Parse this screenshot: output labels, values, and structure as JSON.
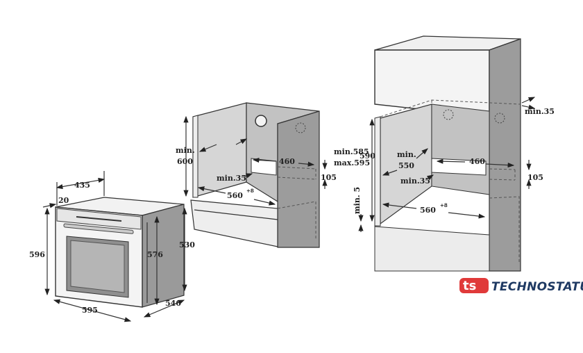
{
  "oven": {
    "depth_top": "435",
    "panel": "20",
    "height": "596",
    "inner_height": "576",
    "width": "595",
    "depth": "546",
    "niche_height": "530"
  },
  "undercounter": {
    "min_label": "min.",
    "min_height": "600",
    "rail_width": "460",
    "min_range": "min.585",
    "max_range": "max.595",
    "vent_height": "105",
    "min_gap": "min.35",
    "width": "560",
    "tolerance": "+8"
  },
  "column": {
    "top_gap": "min.35",
    "height": "590",
    "min_label": "min.",
    "min_depth": "550",
    "rail_width": "460",
    "vent_height": "105",
    "min_gap": "min.35",
    "bottom_gap": "min. 5",
    "width": "560",
    "tolerance": "+8"
  },
  "logo": {
    "mark": "ts",
    "name": "TECHNOSTATUS",
    "mark_color": "#e03a3a",
    "text_color": "#1f3a63"
  }
}
